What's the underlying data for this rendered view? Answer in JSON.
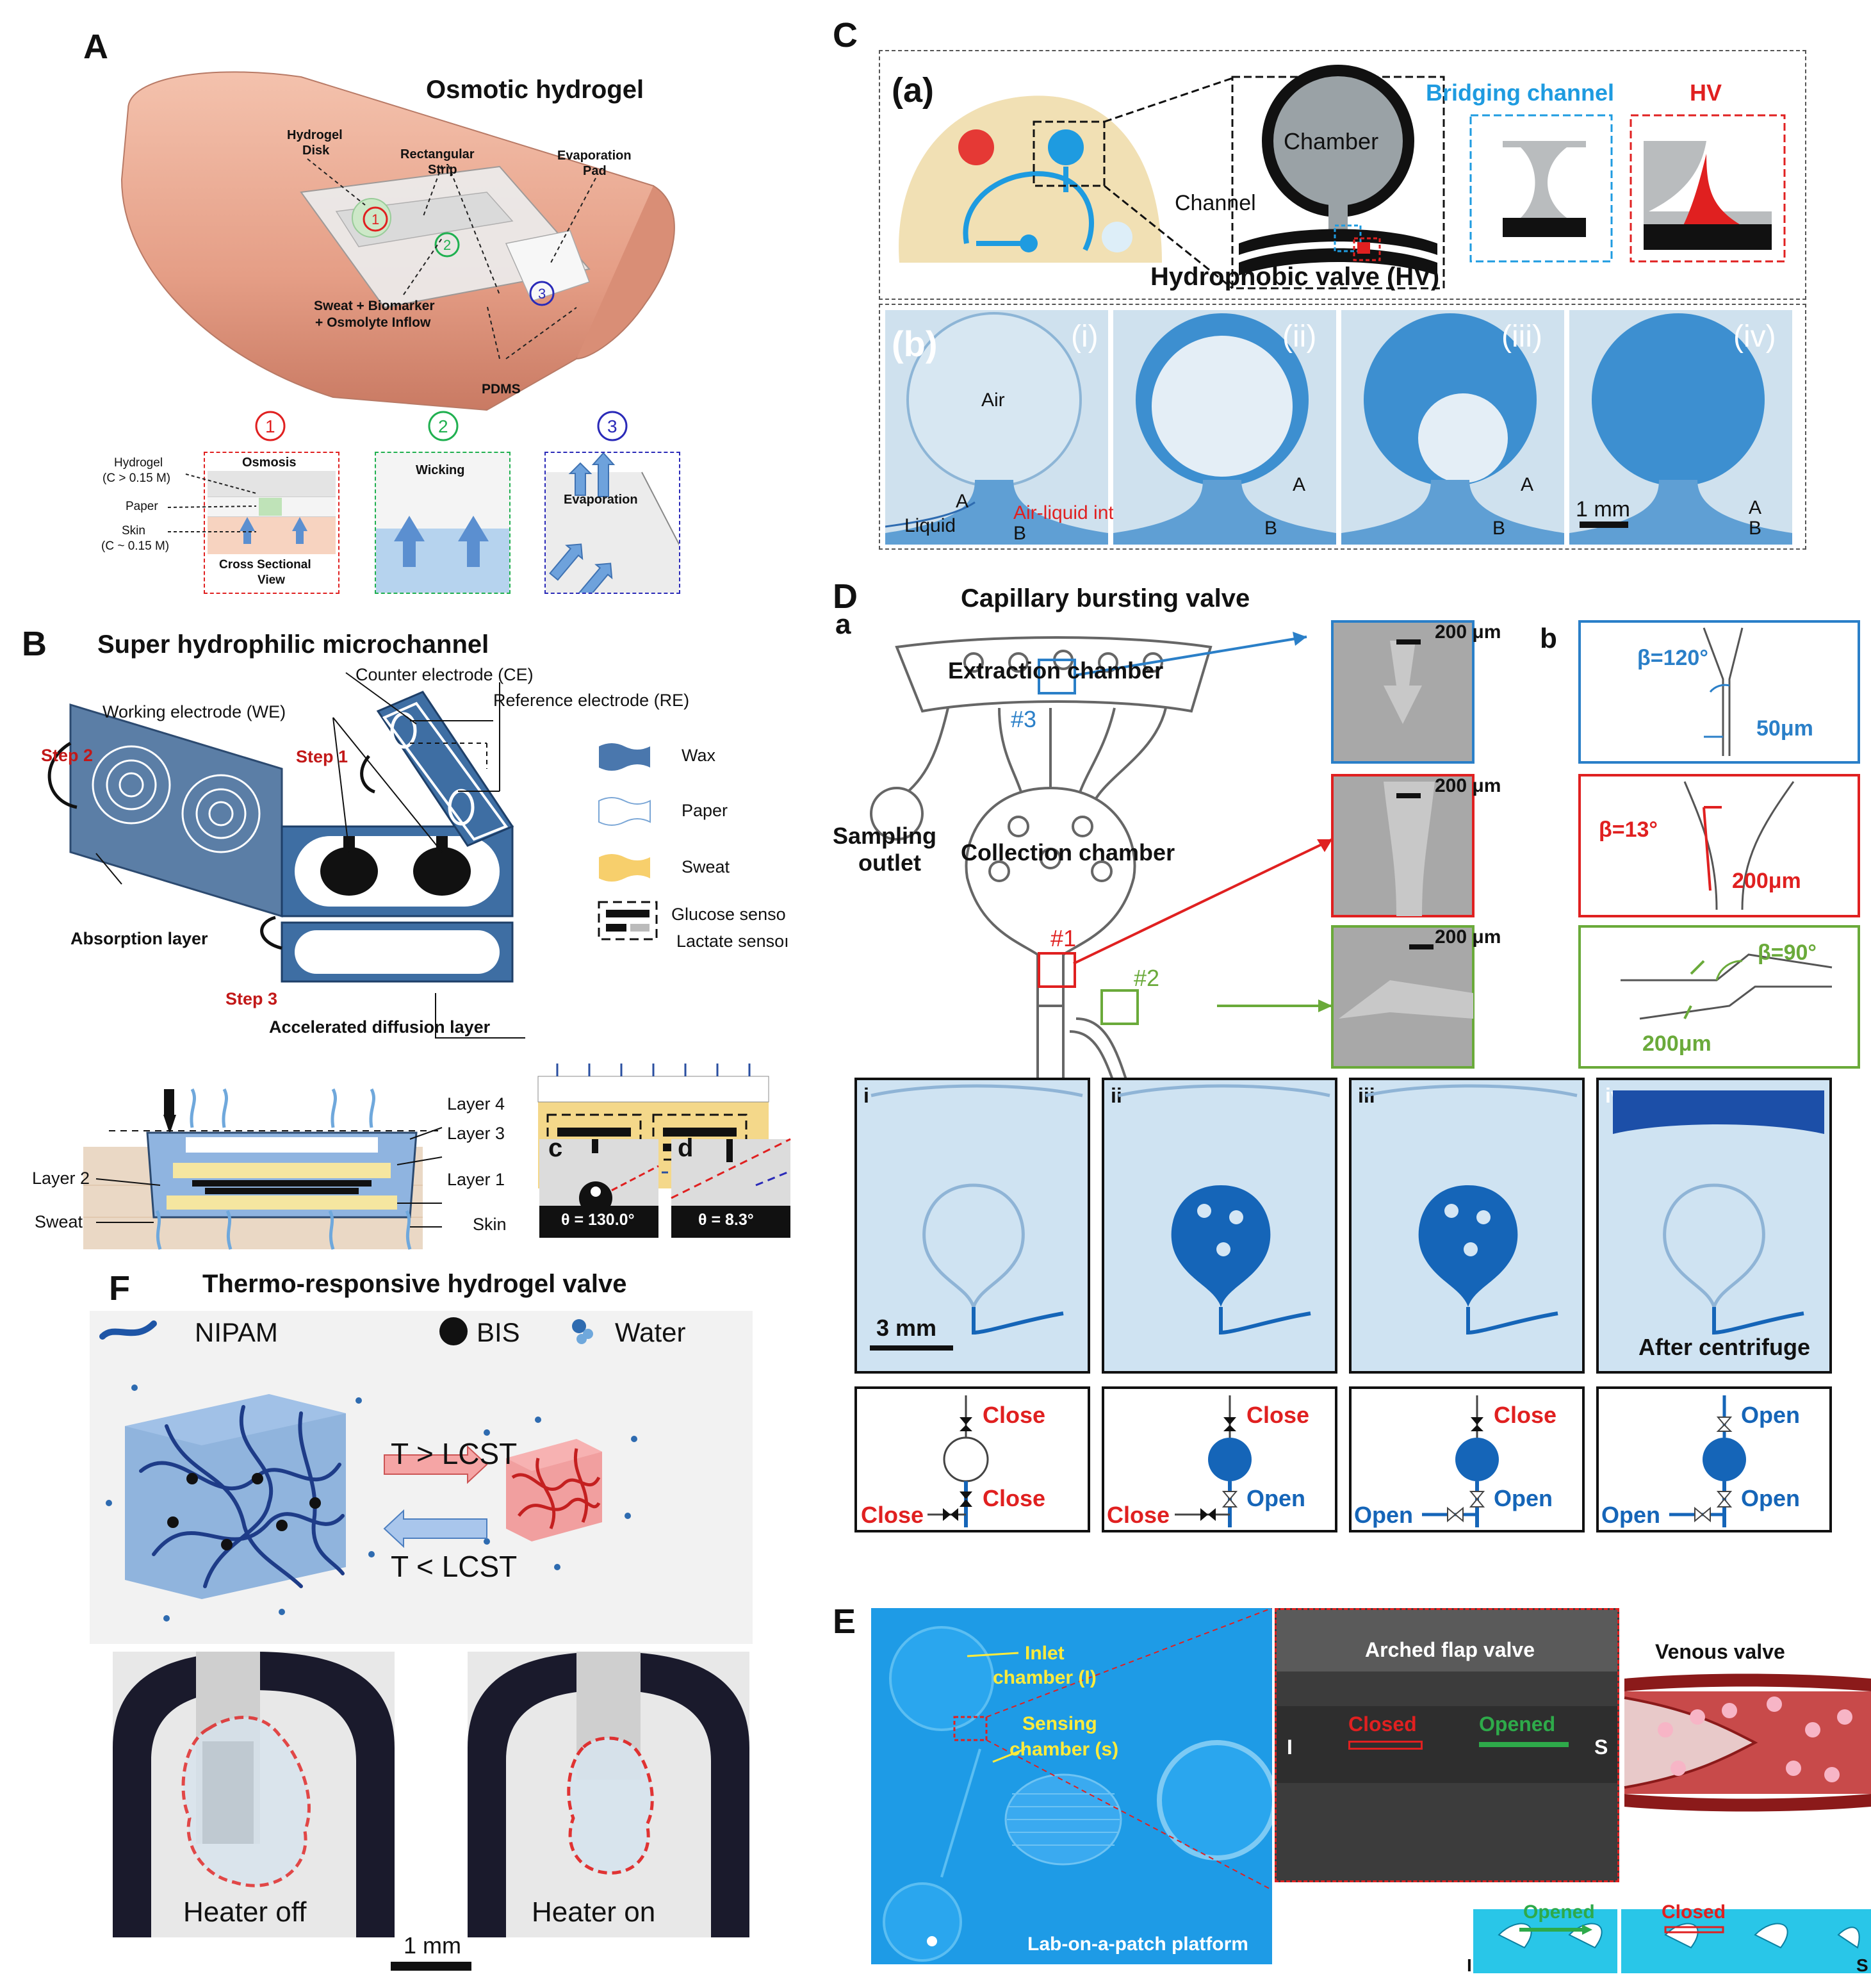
{
  "panels": {
    "A": {
      "letter": "A",
      "title": "Osmotic hydrogel",
      "labels": {
        "hydrogel_disk": [
          "Hydrogel",
          "Disk"
        ],
        "rectangular_strip": [
          "Rectangular",
          "Strip"
        ],
        "evaporation_pad": [
          "Evaporation",
          "Pad"
        ],
        "inflow": [
          "Sweat + Biomarker",
          "+ Osmolyte Inflow"
        ],
        "pdms": "PDMS"
      },
      "steps": [
        {
          "num": "1",
          "name": "Osmosis",
          "color": "#e0302a"
        },
        {
          "num": "2",
          "name": "Wicking",
          "color": "#20b050"
        },
        {
          "num": "3",
          "name": "Evaporation",
          "color": "#2a2ab8"
        }
      ],
      "cross_section": {
        "hydrogel": [
          "Hydrogel",
          "(C > 0.15 M)"
        ],
        "paper": "Paper",
        "skin": [
          "Skin",
          "(C ~ 0.15 M)"
        ],
        "caption": [
          "Cross Sectional",
          "View"
        ]
      }
    },
    "B": {
      "letter": "B",
      "title": "Super hydrophilic microchannel",
      "labels": {
        "counter_electrode": "Counter electrode (CE)",
        "reference_electrode": "Reference electrode (RE)",
        "working_electrode": "Working electrode (WE)",
        "step1": "Step 1",
        "step2": "Step 2",
        "step3": "Step 3",
        "absorption_layer": "Absorption layer",
        "accelerated_layer": "Accelerated diffusion layer",
        "layer4": "Layer 4",
        "layer3": "Layer 3",
        "layer2": "Layer 2",
        "layer1": "Layer 1",
        "sweat": "Sweat",
        "skin": "Skin"
      },
      "legend": {
        "wax": "Wax",
        "paper": "Paper",
        "sweat": "Sweat",
        "glucose": "Glucose senso",
        "lactate": "Lactate sensoı"
      },
      "contact_angles": [
        {
          "sub": "c",
          "value": "θ = 130.0°"
        },
        {
          "sub": "d",
          "value": "θ = 8.3°"
        }
      ]
    },
    "C": {
      "letter": "C",
      "sub_a": "(a)",
      "sub_b": "(b)",
      "chamber": "Chamber",
      "channel": "Channel",
      "hydrophobic_valve": "Hydrophobic valve (HV)",
      "bridging_channel": "Bridging channel",
      "hv": "HV",
      "frames": [
        "(i)",
        "(ii)",
        "(iii)",
        "(iv)"
      ],
      "air": "Air",
      "liquid": "Liquid",
      "interface": "Air-liquid interface",
      "point_a": "A",
      "point_b": "B",
      "scale": "1 mm"
    },
    "D": {
      "letter": "D",
      "title": "Capillary bursting valve",
      "sub_a": "a",
      "sub_b": "b",
      "extraction_chamber": "Extraction chamber",
      "collection_chamber": "Collection chamber",
      "sampling_outlet": [
        "Sampling",
        "outlet"
      ],
      "valve_ids": [
        "#3",
        "#1",
        "#2"
      ],
      "sem_scale": "200 μm",
      "beta": [
        {
          "angle": "β=120°",
          "width": "50μm",
          "color": "#2a7fc8"
        },
        {
          "angle": "β=13°",
          "width": "200μm",
          "color": "#e02020"
        },
        {
          "angle": "β=90°",
          "width": "200μm",
          "color": "#6aaa3a"
        }
      ],
      "photos": [
        "i",
        "ii",
        "iii",
        "iv"
      ],
      "photo_scale": "3 mm",
      "after_centrifuge": "After centrifuge",
      "states": [
        {
          "top": "Close",
          "mid": "Close",
          "left": "Close"
        },
        {
          "top": "Close",
          "mid": "Open",
          "left": "Close"
        },
        {
          "top": "Close",
          "mid": "Open",
          "left": "Open"
        },
        {
          "top": "Open",
          "mid": "Open",
          "left": "Open"
        }
      ]
    },
    "E": {
      "letter": "E",
      "inlet": [
        "Inlet",
        "chamber (I)"
      ],
      "sensing": [
        "Sensing",
        "chamber (s)"
      ],
      "platform": "Lab-on-a-patch platform",
      "arched_flap": "Arched flap valve",
      "closed": "Closed",
      "opened": "Opened",
      "venous": "Venous valve",
      "i_label": "I",
      "s_label": "S"
    },
    "F": {
      "letter": "F",
      "title": "Thermo-responsive hydrogel valve",
      "nipam": "NIPAM",
      "bis": "BIS",
      "water": "Water",
      "t_above": "T > LCST",
      "t_below": "T < LCST",
      "heater_off": "Heater off",
      "heater_on": "Heater on",
      "scale": "1 mm"
    }
  },
  "colors": {
    "red": "#e02020",
    "blue": "#2a7fc8",
    "green": "#6aaa3a",
    "navy": "#123a80",
    "stain": "#1565b8"
  }
}
